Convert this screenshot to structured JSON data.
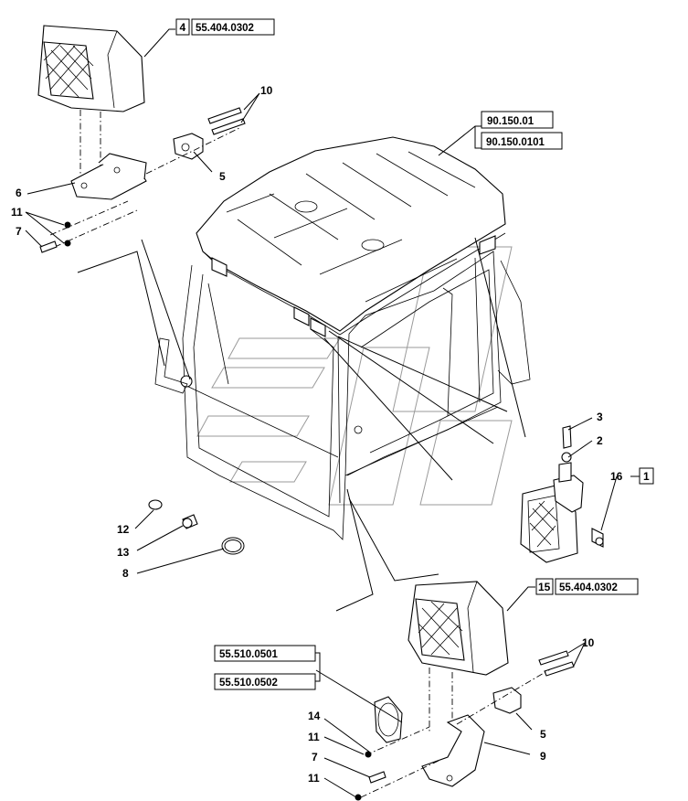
{
  "callouts": {
    "c1": "1",
    "c2": "2",
    "c3": "3",
    "c4": "4",
    "c5a": "5",
    "c5b": "5",
    "c6": "6",
    "c7a": "7",
    "c7b": "7",
    "c8": "8",
    "c9": "9",
    "c10a": "10",
    "c10b": "10",
    "c11a": "11",
    "c11b": "11",
    "c11c": "11",
    "c12": "12",
    "c13": "13",
    "c14": "14",
    "c15": "15",
    "c16": "16"
  },
  "references": {
    "work_light_top": "55.404.0302",
    "cab_a": "90.150.01",
    "cab_b": "90.150.0101",
    "work_light_bottom": "55.404.0302",
    "horn_a": "55.510.0501",
    "horn_b": "55.510.0502"
  }
}
